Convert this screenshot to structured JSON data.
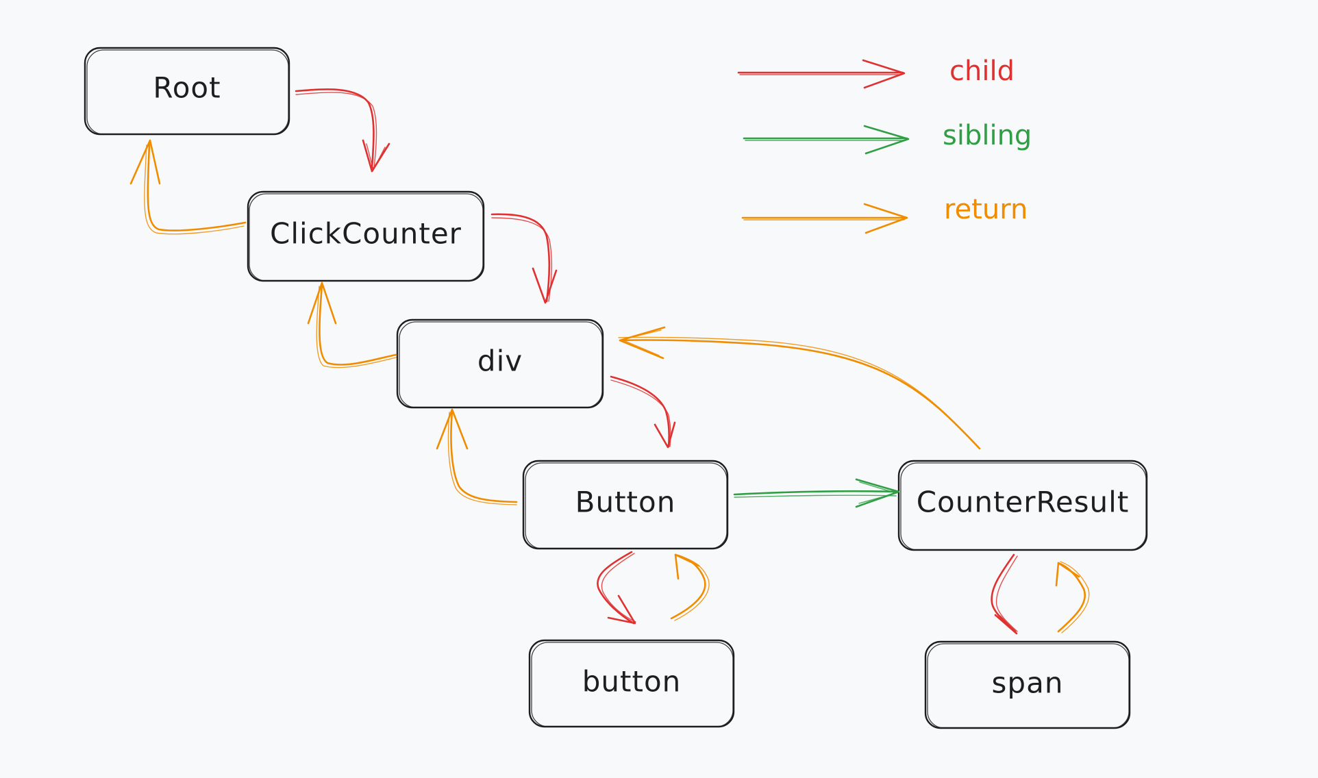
{
  "colors": {
    "background": "#f8f9fa",
    "box_stroke": "#1e1e1e",
    "child": "#e03131",
    "sibling": "#2f9e44",
    "return": "#f08c00"
  },
  "legend": {
    "child": "child",
    "sibling": "sibling",
    "return": "return"
  },
  "nodes": {
    "root": "Root",
    "click_counter": "ClickCounter",
    "div": "div",
    "button_component": "Button",
    "counter_result": "CounterResult",
    "button_element": "button",
    "span": "span"
  }
}
